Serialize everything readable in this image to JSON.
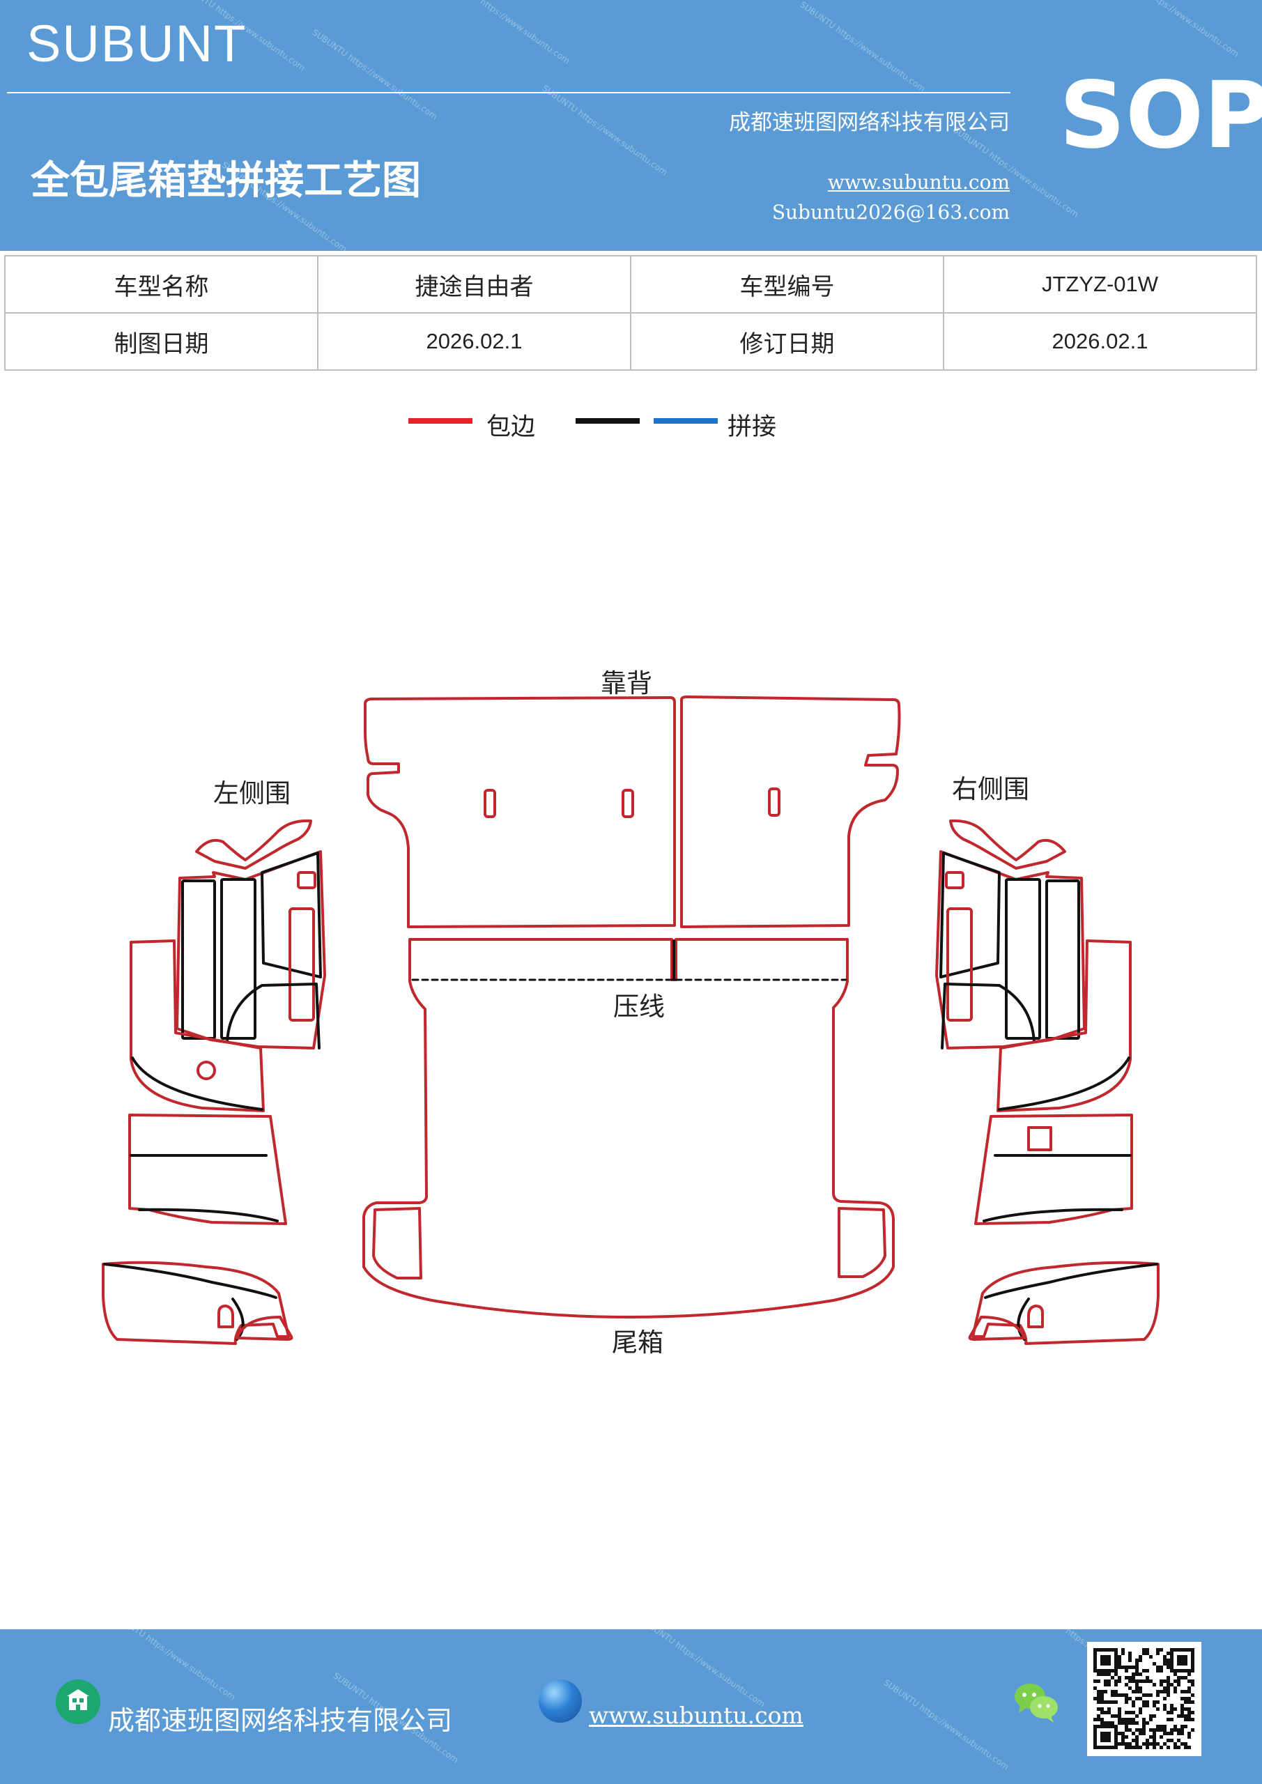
{
  "header": {
    "brand": "SUBUNT",
    "company": "成都速班图网络科技有限公司",
    "title": "全包尾箱垫拼接工艺图",
    "website": "www.subuntu.com",
    "email": "Subuntu2026@163.com",
    "badge": "SOP"
  },
  "info_table": {
    "rows": [
      [
        "车型名称",
        "捷途自由者",
        "车型编号",
        "JTZYZ-01W"
      ],
      [
        "制图日期",
        "2026.02.1",
        "修订日期",
        "2026.02.1"
      ]
    ]
  },
  "legend": {
    "items": [
      {
        "label": "包边",
        "color": "#e8202a"
      },
      {
        "label": "",
        "color": "#111111"
      },
      {
        "label": "拼接",
        "color": "#1f73c6"
      }
    ]
  },
  "diagram": {
    "labels": {
      "backrest": "靠背",
      "left_side": "左侧围",
      "right_side": "右侧围",
      "crease": "压线",
      "trunk": "尾箱"
    },
    "colors": {
      "edge": "#c0282e",
      "seam": "#111111"
    }
  },
  "footer": {
    "company": "成都速班图网络科技有限公司",
    "website": "www.subuntu.com"
  }
}
